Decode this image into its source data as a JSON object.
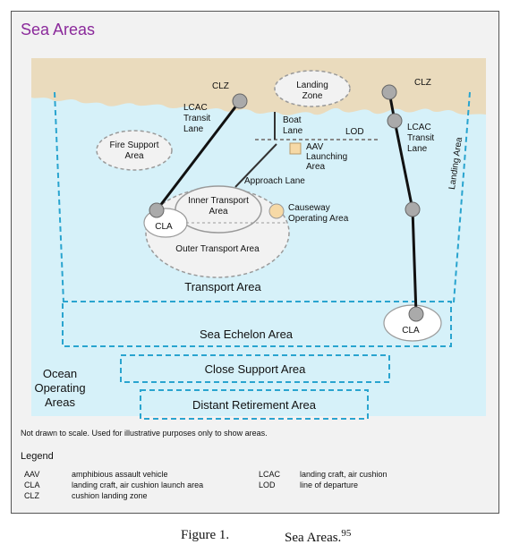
{
  "title": "Sea Areas",
  "labels": {
    "clz_left": "CLZ",
    "clz_right": "CLZ",
    "landing_zone_1": "Landing",
    "landing_zone_2": "Zone",
    "lcac_transit_left_1": "LCAC",
    "lcac_transit_left_2": "Transit",
    "lcac_transit_left_3": "Lane",
    "lcac_transit_right_1": "LCAC",
    "lcac_transit_right_2": "Transit",
    "lcac_transit_right_3": "Lane",
    "boat_lane_1": "Boat",
    "boat_lane_2": "Lane",
    "lod": "LOD",
    "aav_launching_1": "AAV",
    "aav_launching_2": "Launching",
    "aav_launching_3": "Area",
    "fire_support_1": "Fire Support",
    "fire_support_2": "Area",
    "approach_lane": "Approach Lane",
    "inner_transport_1": "Inner Transport",
    "inner_transport_2": "Area",
    "causeway_1": "Causeway",
    "causeway_2": "Operating Area",
    "cla_left": "CLA",
    "outer_transport": "Outer Transport Area",
    "transport_area": "Transport  Area",
    "landing_area": "Landing Area",
    "sea_echelon": "Sea Echelon Area",
    "cla_right": "CLA",
    "ocean_1": "Ocean",
    "ocean_2": "Operating",
    "ocean_3": "Areas",
    "close_support": "Close Support Area",
    "distant_retirement": "Distant Retirement Area"
  },
  "note": "Not drawn to scale. Used for illustrative purposes only to show areas.",
  "legend": {
    "heading": "Legend",
    "items": [
      {
        "abbr": "AAV",
        "def": "amphibious assault vehicle"
      },
      {
        "abbr": "CLA",
        "def": "landing craft, air cushion launch area"
      },
      {
        "abbr": "CLZ",
        "def": "cushion landing zone"
      },
      {
        "abbr": "LCAC",
        "def": "landing craft, air cushion"
      },
      {
        "abbr": "LOD",
        "def": "line of departure"
      }
    ]
  },
  "caption": {
    "figure": "Figure 1.",
    "text": "Sea Areas.",
    "ref": "95"
  },
  "colors": {
    "title": "#8b2a9b",
    "sea": "#d6f1f9",
    "land": "#eadbbd",
    "dash_blue": "#29a4cf",
    "node_gray": "#aaaaaa",
    "aav_box": "#f6d9a6"
  }
}
